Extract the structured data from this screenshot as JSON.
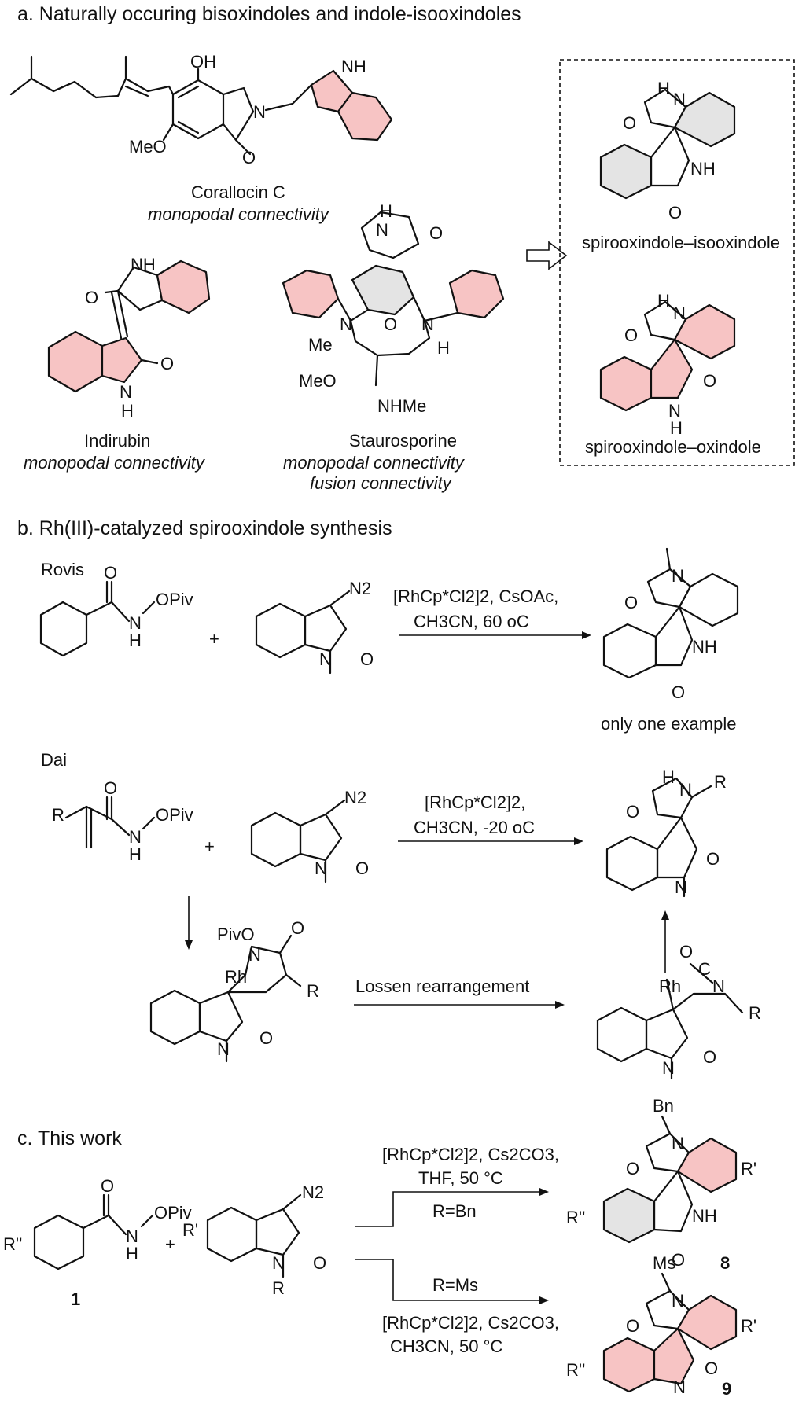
{
  "section_a": {
    "title": "a. Naturally occuring bisoxindoles and indole-isooxindoles",
    "corallocin": {
      "name": "Corallocin C",
      "note": "monopodal connectivity"
    },
    "indirubin": {
      "name": "Indirubin",
      "note": "monopodal connectivity"
    },
    "staurosporine": {
      "name": "Staurosporine",
      "note1": "monopodal connectivity",
      "note2": "fusion connectivity"
    },
    "box": {
      "label1": "spirooxindole–isooxindole",
      "label2": "spirooxindole–oxindole"
    }
  },
  "section_b": {
    "title": "b. Rh(III)-catalyzed spirooxindole synthesis",
    "rovis": {
      "author": "Rovis",
      "cond1": "[RhCp*Cl2]2, CsOAc,",
      "cond2": "CH3CN, 60 oC",
      "note": "only one example"
    },
    "dai": {
      "author": "Dai",
      "cond1": "[RhCp*Cl2]2,",
      "cond2": "CH3CN, -20 oC"
    },
    "lossen": "Lossen rearrangement"
  },
  "section_c": {
    "title": "c. This work",
    "top_cond1": "[RhCp*Cl2]2, Cs2CO3,",
    "top_cond2": "THF, 50 °C",
    "top_r": "R=Bn",
    "bottom_r": "R=Ms",
    "bottom_cond1": "[RhCp*Cl2]2, Cs2CO3,",
    "bottom_cond2": "CH3CN, 50 °C",
    "compound1": "1",
    "compound8": "8",
    "compound9": "9"
  },
  "atoms": {
    "OH": "OH",
    "NH": "NH",
    "N": "N",
    "O": "O",
    "H": "H",
    "MeO": "MeO",
    "Me": "Me",
    "NHMe": "NHMe",
    "OPiv": "OPiv",
    "PivO": "PivO",
    "Rh": "Rh",
    "R": "R",
    "Rp": "R'",
    "Rpp": "R''",
    "N2": "N2",
    "Bn": "Bn",
    "Ms": "Ms",
    "plus": "+",
    "C": "C"
  },
  "colors": {
    "highlight": "#f7c4c4",
    "grey_ring": "#e4e4e4"
  }
}
